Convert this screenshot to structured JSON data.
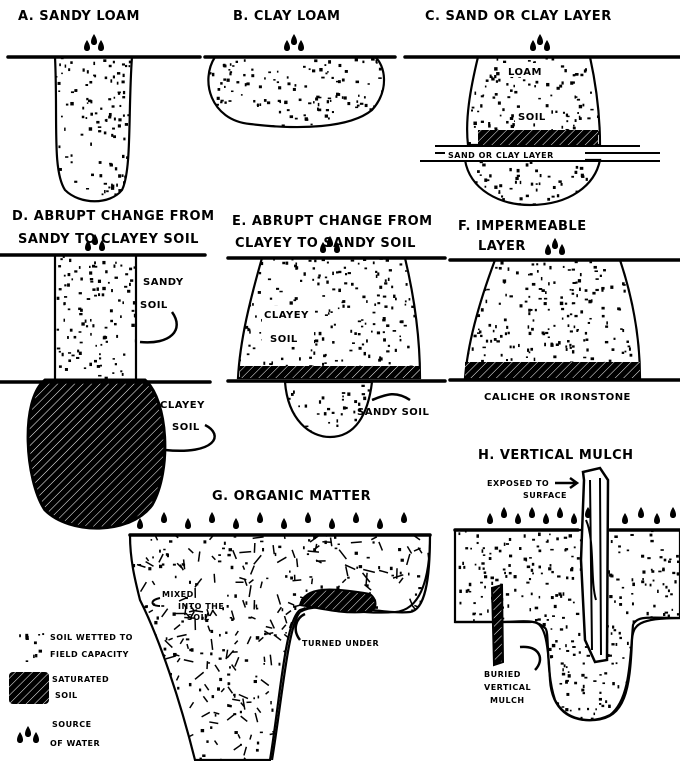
{
  "panels": {
    "a": {
      "title": "A. SANDY LOAM"
    },
    "b": {
      "title": "B. CLAY LOAM"
    },
    "c": {
      "title": "C. SAND OR CLAY LAYER",
      "upper_label_1": "LOAM",
      "upper_label_2": "SOIL",
      "layer_label": "SAND OR CLAY LAYER"
    },
    "d": {
      "title_1": "D. ABRUPT CHANGE FROM",
      "title_2": "SANDY TO CLAYEY SOIL",
      "sandy_1": "SANDY",
      "sandy_2": "SOIL",
      "clayey_1": "CLAYEY",
      "clayey_2": "SOIL"
    },
    "e": {
      "title_1": "E. ABRUPT CHANGE FROM",
      "title_2": "CLAYEY TO SANDY SOIL",
      "clayey_1": "CLAYEY",
      "clayey_2": "SOIL",
      "sandy": "SANDY SOIL"
    },
    "f": {
      "title_1": "F. IMPERMEABLE",
      "title_2": "LAYER",
      "layer_label": "CALICHE OR IRONSTONE"
    },
    "g": {
      "title": "G. ORGANIC MATTER",
      "mixed_1": "MIXED",
      "mixed_2": "INTO THE",
      "mixed_3": "SOIL",
      "turned": "TURNED UNDER"
    },
    "h": {
      "title": "H. VERTICAL MULCH",
      "exposed_1": "EXPOSED TO",
      "exposed_2": "SURFACE",
      "buried_1": "BURIED",
      "buried_2": "VERTICAL",
      "buried_3": "MULCH"
    }
  },
  "legend": {
    "wetted_1": "SOIL WETTED TO",
    "wetted_2": "FIELD CAPACITY",
    "saturated_1": "SATURATED",
    "saturated_2": "SOIL",
    "water_1": "SOURCE",
    "water_2": "OF WATER"
  },
  "icons": [
    "water-drop-icon",
    "wetted-soil-swatch",
    "saturated-soil-swatch"
  ]
}
